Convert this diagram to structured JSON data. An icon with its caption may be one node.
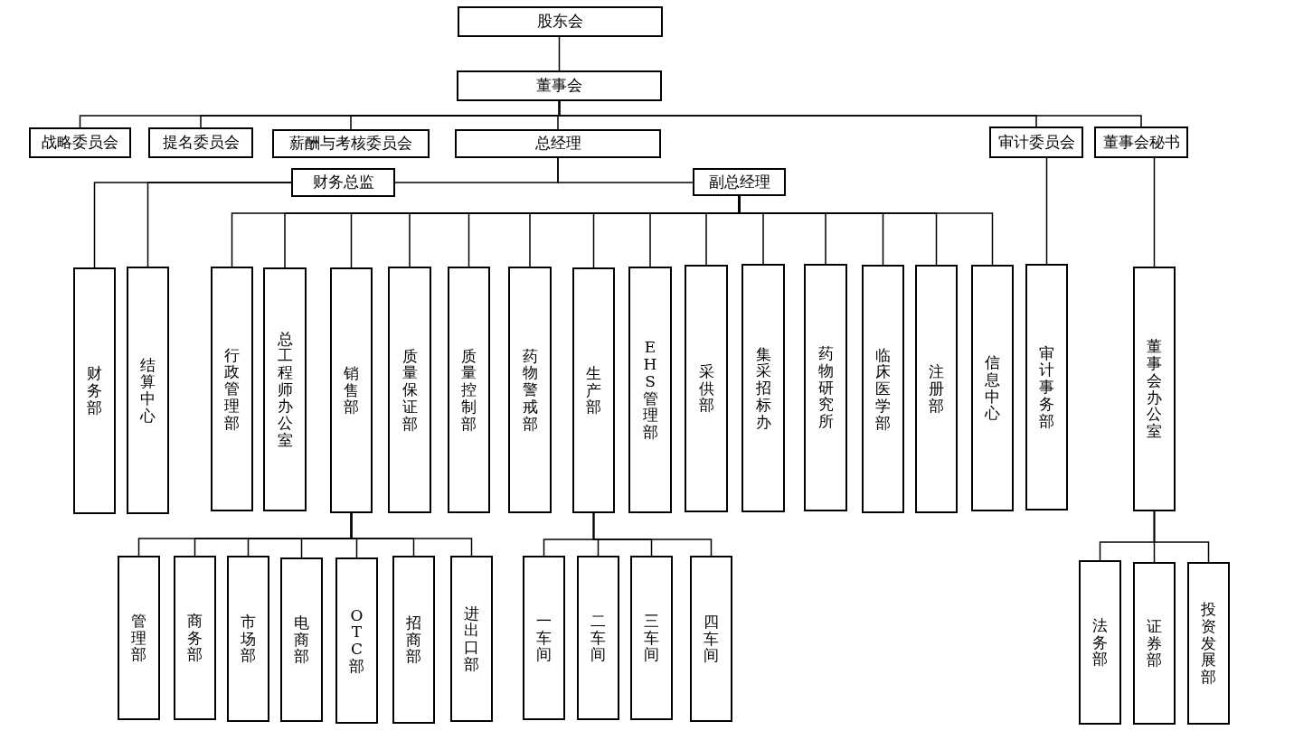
{
  "diagram": {
    "nodes": [
      {
        "text": [
          "股东会"
        ]
      },
      {
        "text": [
          "董事会"
        ]
      },
      {
        "text": [
          "战略委员会"
        ]
      },
      {
        "text": [
          "提名委员会"
        ]
      },
      {
        "text": [
          "薪酬与考核委员会"
        ]
      },
      {
        "text": [
          "总经理"
        ]
      },
      {
        "text": [
          "审计委员会"
        ]
      },
      {
        "text": [
          "董事会秘书"
        ]
      },
      {
        "text": [
          "财务总监"
        ]
      },
      {
        "text": [
          "副总经理"
        ]
      },
      {
        "text": [
          "财务部"
        ]
      },
      {
        "text": [
          "结算中心"
        ]
      },
      {
        "text": [
          "行政管理部"
        ]
      },
      {
        "text": [
          "总工程师办公室"
        ]
      },
      {
        "text": [
          "销售部"
        ]
      },
      {
        "text": [
          "质量保证部"
        ]
      },
      {
        "text": [
          "质量控制部"
        ]
      },
      {
        "text": [
          "药物警戒部"
        ]
      },
      {
        "text": [
          "生产部"
        ]
      },
      {
        "text": [
          "EHS管理部"
        ]
      },
      {
        "text": [
          "采供部"
        ]
      },
      {
        "text": [
          "集采招标办"
        ]
      },
      {
        "text": [
          "药物研究所"
        ]
      },
      {
        "text": [
          "临床医学部"
        ]
      },
      {
        "text": [
          "注册部"
        ]
      },
      {
        "text": [
          "信息中心"
        ]
      },
      {
        "text": [
          "审计事务部"
        ]
      },
      {
        "text": [
          "董事会办公室"
        ]
      },
      {
        "text": [
          "管理部"
        ]
      },
      {
        "text": [
          "商务部"
        ]
      },
      {
        "text": [
          "市场部"
        ]
      },
      {
        "text": [
          "电商部"
        ]
      },
      {
        "text": [
          "OTC部"
        ]
      },
      {
        "text": [
          "招商部"
        ]
      },
      {
        "text": [
          "进出口部"
        ]
      },
      {
        "text": [
          "一车间"
        ]
      },
      {
        "text": [
          "二车间"
        ]
      },
      {
        "text": [
          "三车间"
        ]
      },
      {
        "text": [
          "四车间"
        ]
      },
      {
        "text": [
          "法务部"
        ]
      },
      {
        "text": [
          "证券部"
        ]
      },
      {
        "text": [
          "投资发展部"
        ]
      }
    ],
    "edges": [
      {
        "from": 0,
        "to": 1,
        "arrow": "none"
      },
      {
        "from": 1,
        "to": 2,
        "arrow": "none"
      },
      {
        "from": 1,
        "to": 3,
        "arrow": "none"
      },
      {
        "from": 1,
        "to": 4,
        "arrow": "none"
      },
      {
        "from": 1,
        "to": 5,
        "arrow": "none"
      },
      {
        "from": 1,
        "to": 6,
        "arrow": "none"
      },
      {
        "from": 1,
        "to": 7,
        "arrow": "none"
      },
      {
        "from": 5,
        "to": 8,
        "arrow": "none"
      },
      {
        "from": 5,
        "to": 9,
        "arrow": "none"
      },
      {
        "from": 8,
        "to": 10,
        "arrow": "none"
      },
      {
        "from": 8,
        "to": 11,
        "arrow": "none"
      },
      {
        "from": 9,
        "to": 12,
        "arrow": "none"
      },
      {
        "from": 9,
        "to": 13,
        "arrow": "none"
      },
      {
        "from": 9,
        "to": 14,
        "arrow": "none"
      },
      {
        "from": 9,
        "to": 15,
        "arrow": "none"
      },
      {
        "from": 9,
        "to": 16,
        "arrow": "none"
      },
      {
        "from": 9,
        "to": 17,
        "arrow": "none"
      },
      {
        "from": 9,
        "to": 18,
        "arrow": "none"
      },
      {
        "from": 9,
        "to": 19,
        "arrow": "none"
      },
      {
        "from": 9,
        "to": 20,
        "arrow": "none"
      },
      {
        "from": 9,
        "to": 21,
        "arrow": "none"
      },
      {
        "from": 9,
        "to": 22,
        "arrow": "none"
      },
      {
        "from": 9,
        "to": 23,
        "arrow": "none"
      },
      {
        "from": 9,
        "to": 24,
        "arrow": "none"
      },
      {
        "from": 9,
        "to": 25,
        "arrow": "none"
      },
      {
        "from": 6,
        "to": 26,
        "arrow": "none"
      },
      {
        "from": 7,
        "to": 27,
        "arrow": "none"
      },
      {
        "from": 14,
        "to": 28,
        "arrow": "none"
      },
      {
        "from": 14,
        "to": 29,
        "arrow": "none"
      },
      {
        "from": 14,
        "to": 30,
        "arrow": "none"
      },
      {
        "from": 14,
        "to": 31,
        "arrow": "none"
      },
      {
        "from": 14,
        "to": 32,
        "arrow": "none"
      },
      {
        "from": 14,
        "to": 33,
        "arrow": "none"
      },
      {
        "from": 14,
        "to": 34,
        "arrow": "none"
      },
      {
        "from": 18,
        "to": 35,
        "arrow": "none"
      },
      {
        "from": 18,
        "to": 36,
        "arrow": "none"
      },
      {
        "from": 18,
        "to": 37,
        "arrow": "none"
      },
      {
        "from": 18,
        "to": 38,
        "arrow": "none"
      },
      {
        "from": 27,
        "to": 39,
        "arrow": "none"
      },
      {
        "from": 27,
        "to": 40,
        "arrow": "none"
      },
      {
        "from": 27,
        "to": 41,
        "arrow": "none"
      }
    ]
  }
}
